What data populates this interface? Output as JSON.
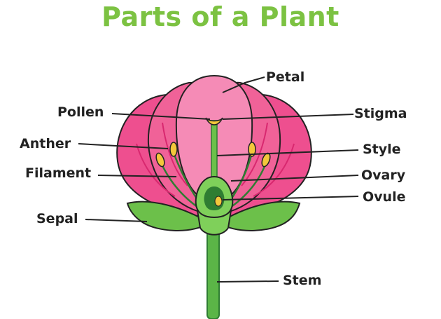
{
  "title": "Parts of a Plant",
  "colors": {
    "title": "#7cc242",
    "petal": "#ee4f8f",
    "petal_dark": "#d8286f",
    "petal_light": "#f58bb6",
    "sepal": "#6cc04a",
    "sepal_dark": "#2f7d32",
    "anther": "#f3c73b",
    "stem": "#5bb547",
    "leader": "#222222"
  },
  "labels": {
    "petal": "Petal",
    "pollen": "Pollen",
    "stigma": "Stigma",
    "anther": "Anther",
    "style": "Style",
    "filament": "Filament",
    "ovary": "Ovary",
    "ovule": "Ovule",
    "sepal": "Sepal",
    "stem": "Stem"
  }
}
